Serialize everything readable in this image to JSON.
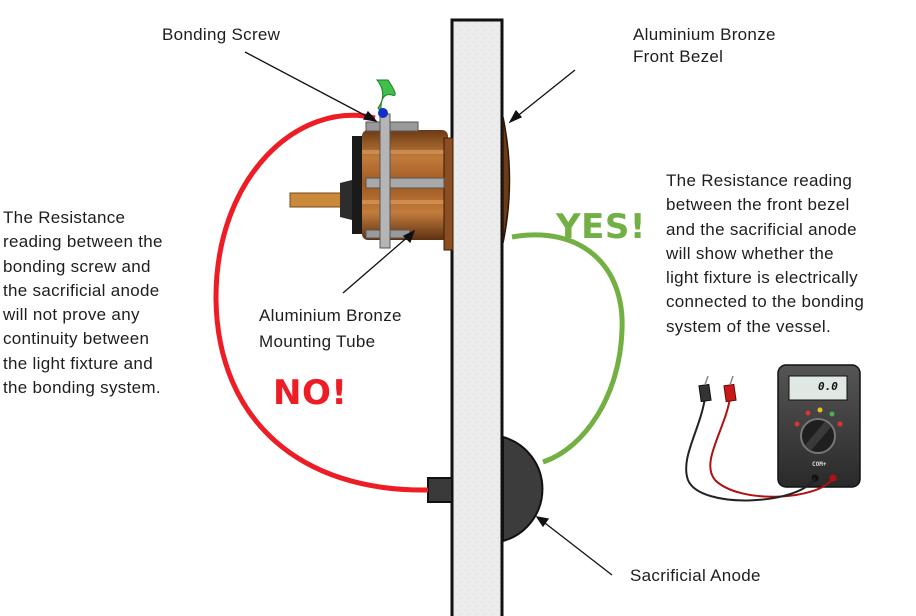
{
  "labels": {
    "bonding_screw": "Bonding Screw",
    "front_bezel": "Aluminium Bronze\nFront Bezel",
    "mounting_tube": "Aluminium Bronze\nMounting Tube",
    "sacrificial_anode": "Sacrificial Anode"
  },
  "verdicts": {
    "no": "NO!",
    "yes": "YES!"
  },
  "notes": {
    "left": "The Resistance\nreading between the\nbonding screw and\nthe sacrificial anode\nwill not prove any\ncontinuity between\nthe light fixture and\nthe bonding system.",
    "right": "The Resistance reading\nbetween the front bezel\nand the sacrificial anode\nwill show whether the\nlight fixture is electrically\nconnected to the bonding\nsystem of the vessel."
  },
  "multimeter": {
    "reading": "0.0",
    "port_label": "COM+"
  },
  "colors": {
    "no_wire": "#ee1c24",
    "yes_wire": "#72b043",
    "hull_fill": "#e9e9e9",
    "bronze": "#a4612a",
    "anode": "#3c3c3c",
    "bonding_wire": "#3fc04a"
  }
}
